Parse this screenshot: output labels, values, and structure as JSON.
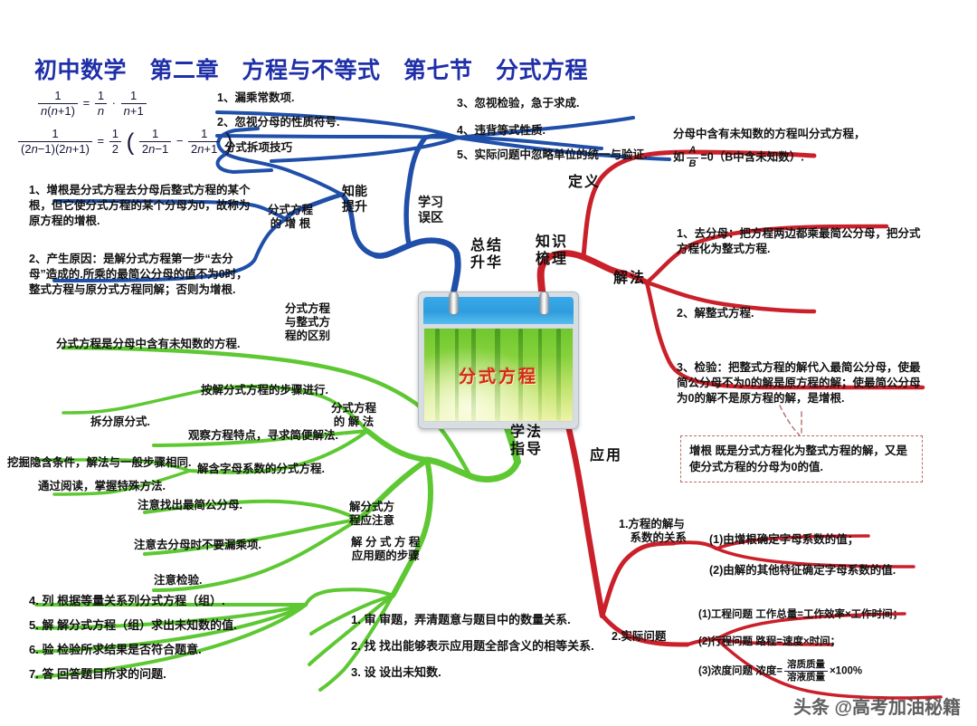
{
  "title": "初中数学　第二章　方程与不等式　第七节　分式方程",
  "center": {
    "card_label": "分式方程"
  },
  "nodes": {
    "summary": "总结\n升华",
    "knowledge": "知识\n梳理",
    "study_guide": "学法\n指导",
    "skill_boost": "知能\n提升",
    "mistakes": "学习\n误区",
    "extraneous_root": "分式方程\n的 增 根",
    "definition": "定义",
    "solution_method": "解法",
    "application": "应用",
    "difference": "分式方程\n与整式方\n程的区别",
    "solving": "分式方程\n的 解 法",
    "cautions": "解分式方\n程应注意",
    "word_problem_steps": "解 分 式 方 程\n应用题的步骤"
  },
  "blue_branch": {
    "mistakes_items": [
      "1、漏乘常数项.",
      "2、忽视分母的性质符号.",
      "3、忽视检验，急于求成.",
      "4、违背等式性质.",
      "5、实际问题中忽略单位的统一与验证."
    ],
    "skill_label": "分式拆项技巧",
    "formula1": "1/(n(n+1)) = 1/n · 1/(n+1)",
    "formula2": "1/((2n−1)(2n+1)) = 1/2 ( 1/(2n−1) − 1/(2n+1) )",
    "extraneous_items": [
      "1、增根是分式方程去分母后整式方程的某个根，但它使分式方程的某个分母为0，故称为原方程的增根.",
      "2、产生原因：是解分式方程第一步“去分母”造成的.所乘的最简公分母的值不为0时，整式方程与原分式方程同解；否则为增根."
    ]
  },
  "red_branch": {
    "definition_text": "分母中含有未知数的方程叫分式方程，如 A/B =0（B中含未知数）.",
    "definition_line1": "分母中含有未知数的方程叫分式方程，",
    "definition_line2_pre": "如",
    "definition_num": "A",
    "definition_den": "B",
    "definition_line2_post": "=0（B中含未知数）.",
    "solution_steps": [
      "1、去分母：把方程两边都乘最简公分母，把分式方程化为整式方程.",
      "2、解整式方程.",
      "3、检验：把整式方程的解代入最简公分母，使最简公分母不为0的解是原方程的解；使最简公分母为0的解不是原方程的解，是增根."
    ],
    "callout": {
      "term": "增根",
      "text": "既是分式方程化为整式方程的解，又是使分式方程的分母为0的值."
    },
    "application": {
      "group1_label": "1.方程的解与\n　系数的关系",
      "group1_items": [
        "(1)由增根确定字母系数的值；",
        "(2)由解的其他特征确定字母系数的值."
      ],
      "group2_label": "2.实际问题",
      "group2_items": [
        "(1)工程问题 工作总量=工作效率×工作时间；",
        "(2)行程问题 路程=速度×时间；"
      ],
      "group2_item3_pre": "(3)浓度问题 浓度=",
      "group2_item3_num": "溶质质量",
      "group2_item3_den": "溶液质量",
      "group2_item3_post": "×100%"
    }
  },
  "green_branch": {
    "difference_item": "分式方程是分母中含有未知数的方程.",
    "solving_items": [
      "按解分式方程的步骤进行.",
      "观察方程特点，寻求简便解法.",
      "解含字母系数的分式方程."
    ],
    "solving_subitems": [
      "拆分原分式.",
      "挖掘隐含条件，解法与一般步骤相同.",
      "通过阅读，掌握特殊方法."
    ],
    "caution_items": [
      "注意找出最简公分母.",
      "注意去分母时不要漏乘项.",
      "注意检验."
    ],
    "steps_left": [
      "4. 列  根据等量关系列分式方程（组）.",
      "5. 解  解分式方程（组）求出未知数的值.",
      "6. 验  检验所求结果是否符合题意.",
      "7. 答  回答题目所求的问题."
    ],
    "steps_right": [
      "1. 审  审题，弄清题意与题目中的数量关系.",
      "2. 找  找出能够表示应用题全部含义的相等关系.",
      "3. 设  设出未知数."
    ]
  },
  "watermark": "头条 @高考加油秘籍",
  "colors": {
    "blue": "#1f4fa8",
    "red": "#c9202a",
    "green": "#5dc832",
    "title_blue": "#1f2fa8",
    "card_red": "#d32b16"
  }
}
